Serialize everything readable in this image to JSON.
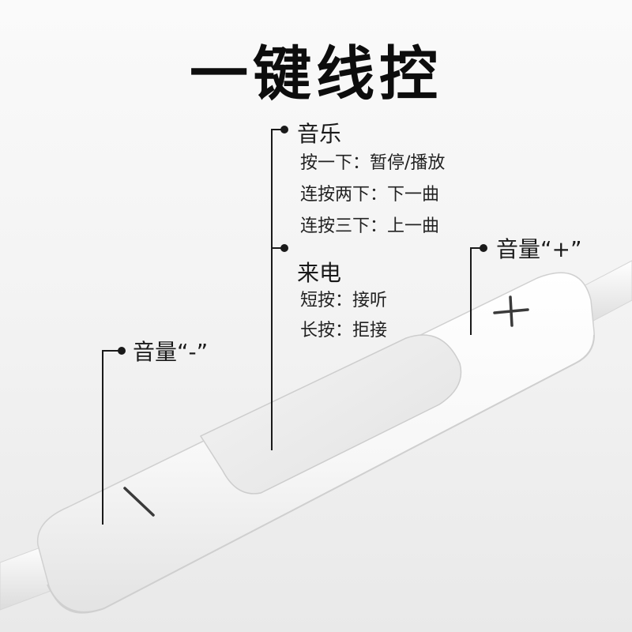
{
  "title": "一键线控",
  "labels": {
    "volume_minus": "音量“-”",
    "volume_plus": "音量“+”",
    "music": {
      "heading": "音乐",
      "items": [
        "按一下：暂停/播放",
        "连按两下：下一曲",
        "连按三下：上一曲"
      ]
    },
    "call": {
      "heading": "来电",
      "items": [
        "短按：接听",
        "长按：拒接"
      ]
    }
  },
  "icons": {
    "minus_button": "minus-icon",
    "plus_button": "plus-icon"
  },
  "colors": {
    "text": "#111111",
    "line": "#1a1a1a",
    "body": "#ffffff",
    "background": "#f2f2f2"
  }
}
